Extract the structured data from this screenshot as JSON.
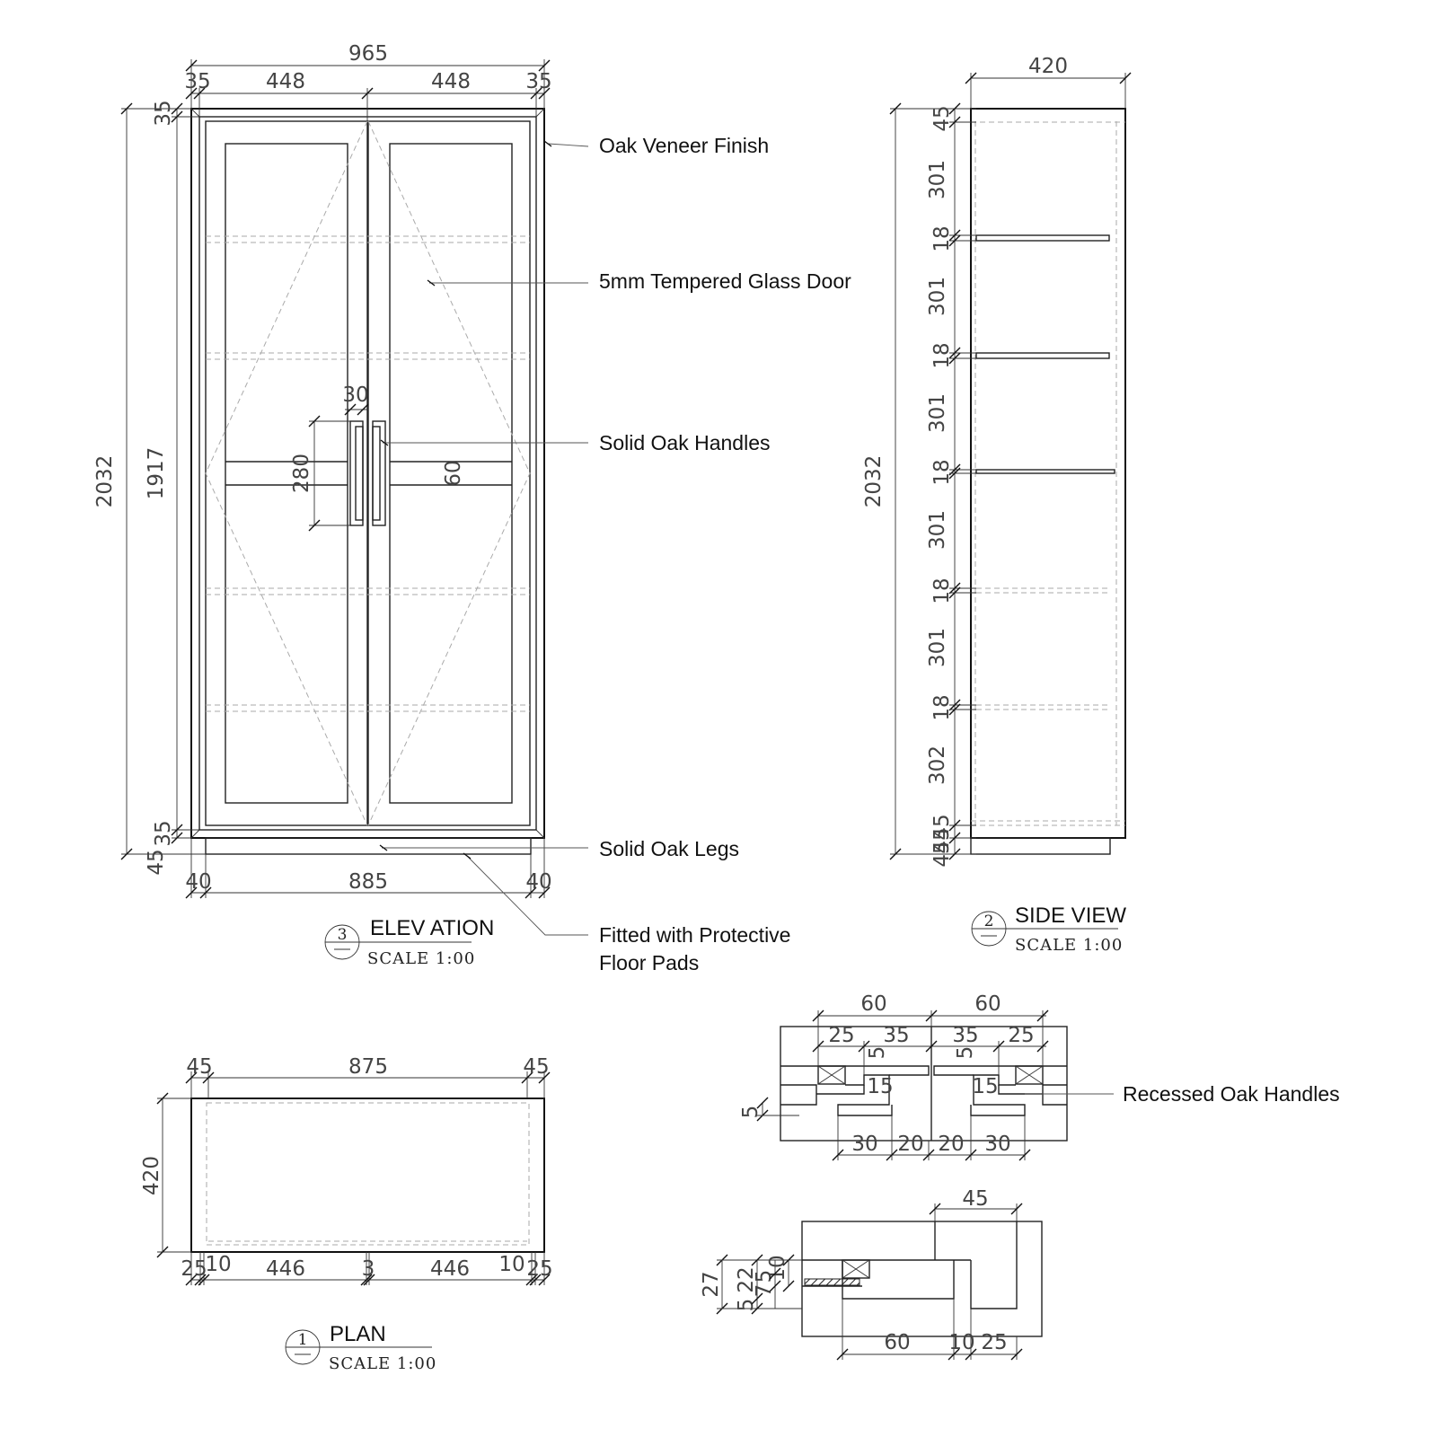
{
  "elevation": {
    "title": "ELEV ATION",
    "number": "3",
    "scale": "SCALE 1:00",
    "dims": {
      "overall_width": "965",
      "left_stile": "35",
      "right_stile": "35",
      "left_door": "448",
      "right_door": "448",
      "overall_height": "2032",
      "body_height": "1917",
      "top_rail": "35",
      "bottom_rail": "35",
      "leg_height": "45",
      "leg_left": "40",
      "leg_span": "885",
      "leg_right": "40",
      "handle_width": "30",
      "handle_height": "280",
      "handle_gap": "60"
    }
  },
  "side": {
    "title": "SIDE VIEW",
    "number": "2",
    "scale": "SCALE 1:00",
    "dims": {
      "depth": "420",
      "height": "2032",
      "top": "45",
      "bays": [
        "301",
        "301",
        "301",
        "301",
        "301",
        "302"
      ],
      "shelf": "18",
      "bottom_a": "45",
      "bottom_b": "45",
      "bottom_c": "45"
    }
  },
  "plan": {
    "title": "PLAN",
    "number": "1",
    "scale": "SCALE 1:00",
    "dims": {
      "left": "45",
      "span": "875",
      "right": "45",
      "depth": "420",
      "b1": "25",
      "b2": "10",
      "b3": "446",
      "b4": "3",
      "b5": "446",
      "b6": "10",
      "b7": "25"
    }
  },
  "handle_detail": {
    "dims": {
      "top_left": "60",
      "top_right": "60",
      "l25": "25",
      "l35": "35",
      "r35": "35",
      "r25": "25",
      "l5": "5",
      "r5": "5",
      "l15": "15",
      "r15": "15",
      "side5": "5",
      "b30l": "30",
      "b20l": "20",
      "b20r": "20",
      "b30r": "30"
    }
  },
  "leg_detail": {
    "dims": {
      "top45": "45",
      "v27": "27",
      "v22": "22",
      "v5": "5",
      "v7": "7",
      "v5b": "5",
      "v10": "10",
      "b60": "60",
      "b10": "10",
      "b25": "25"
    }
  },
  "notes": {
    "oak_veneer": "Oak Veneer Finish",
    "glass_door": "5mm Tempered Glass Door",
    "handles": "Solid Oak Handles",
    "legs": "Solid Oak Legs",
    "pads_line1": "Fitted with Protective",
    "pads_line2": "Floor Pads",
    "recessed": "Recessed Oak Handles"
  }
}
